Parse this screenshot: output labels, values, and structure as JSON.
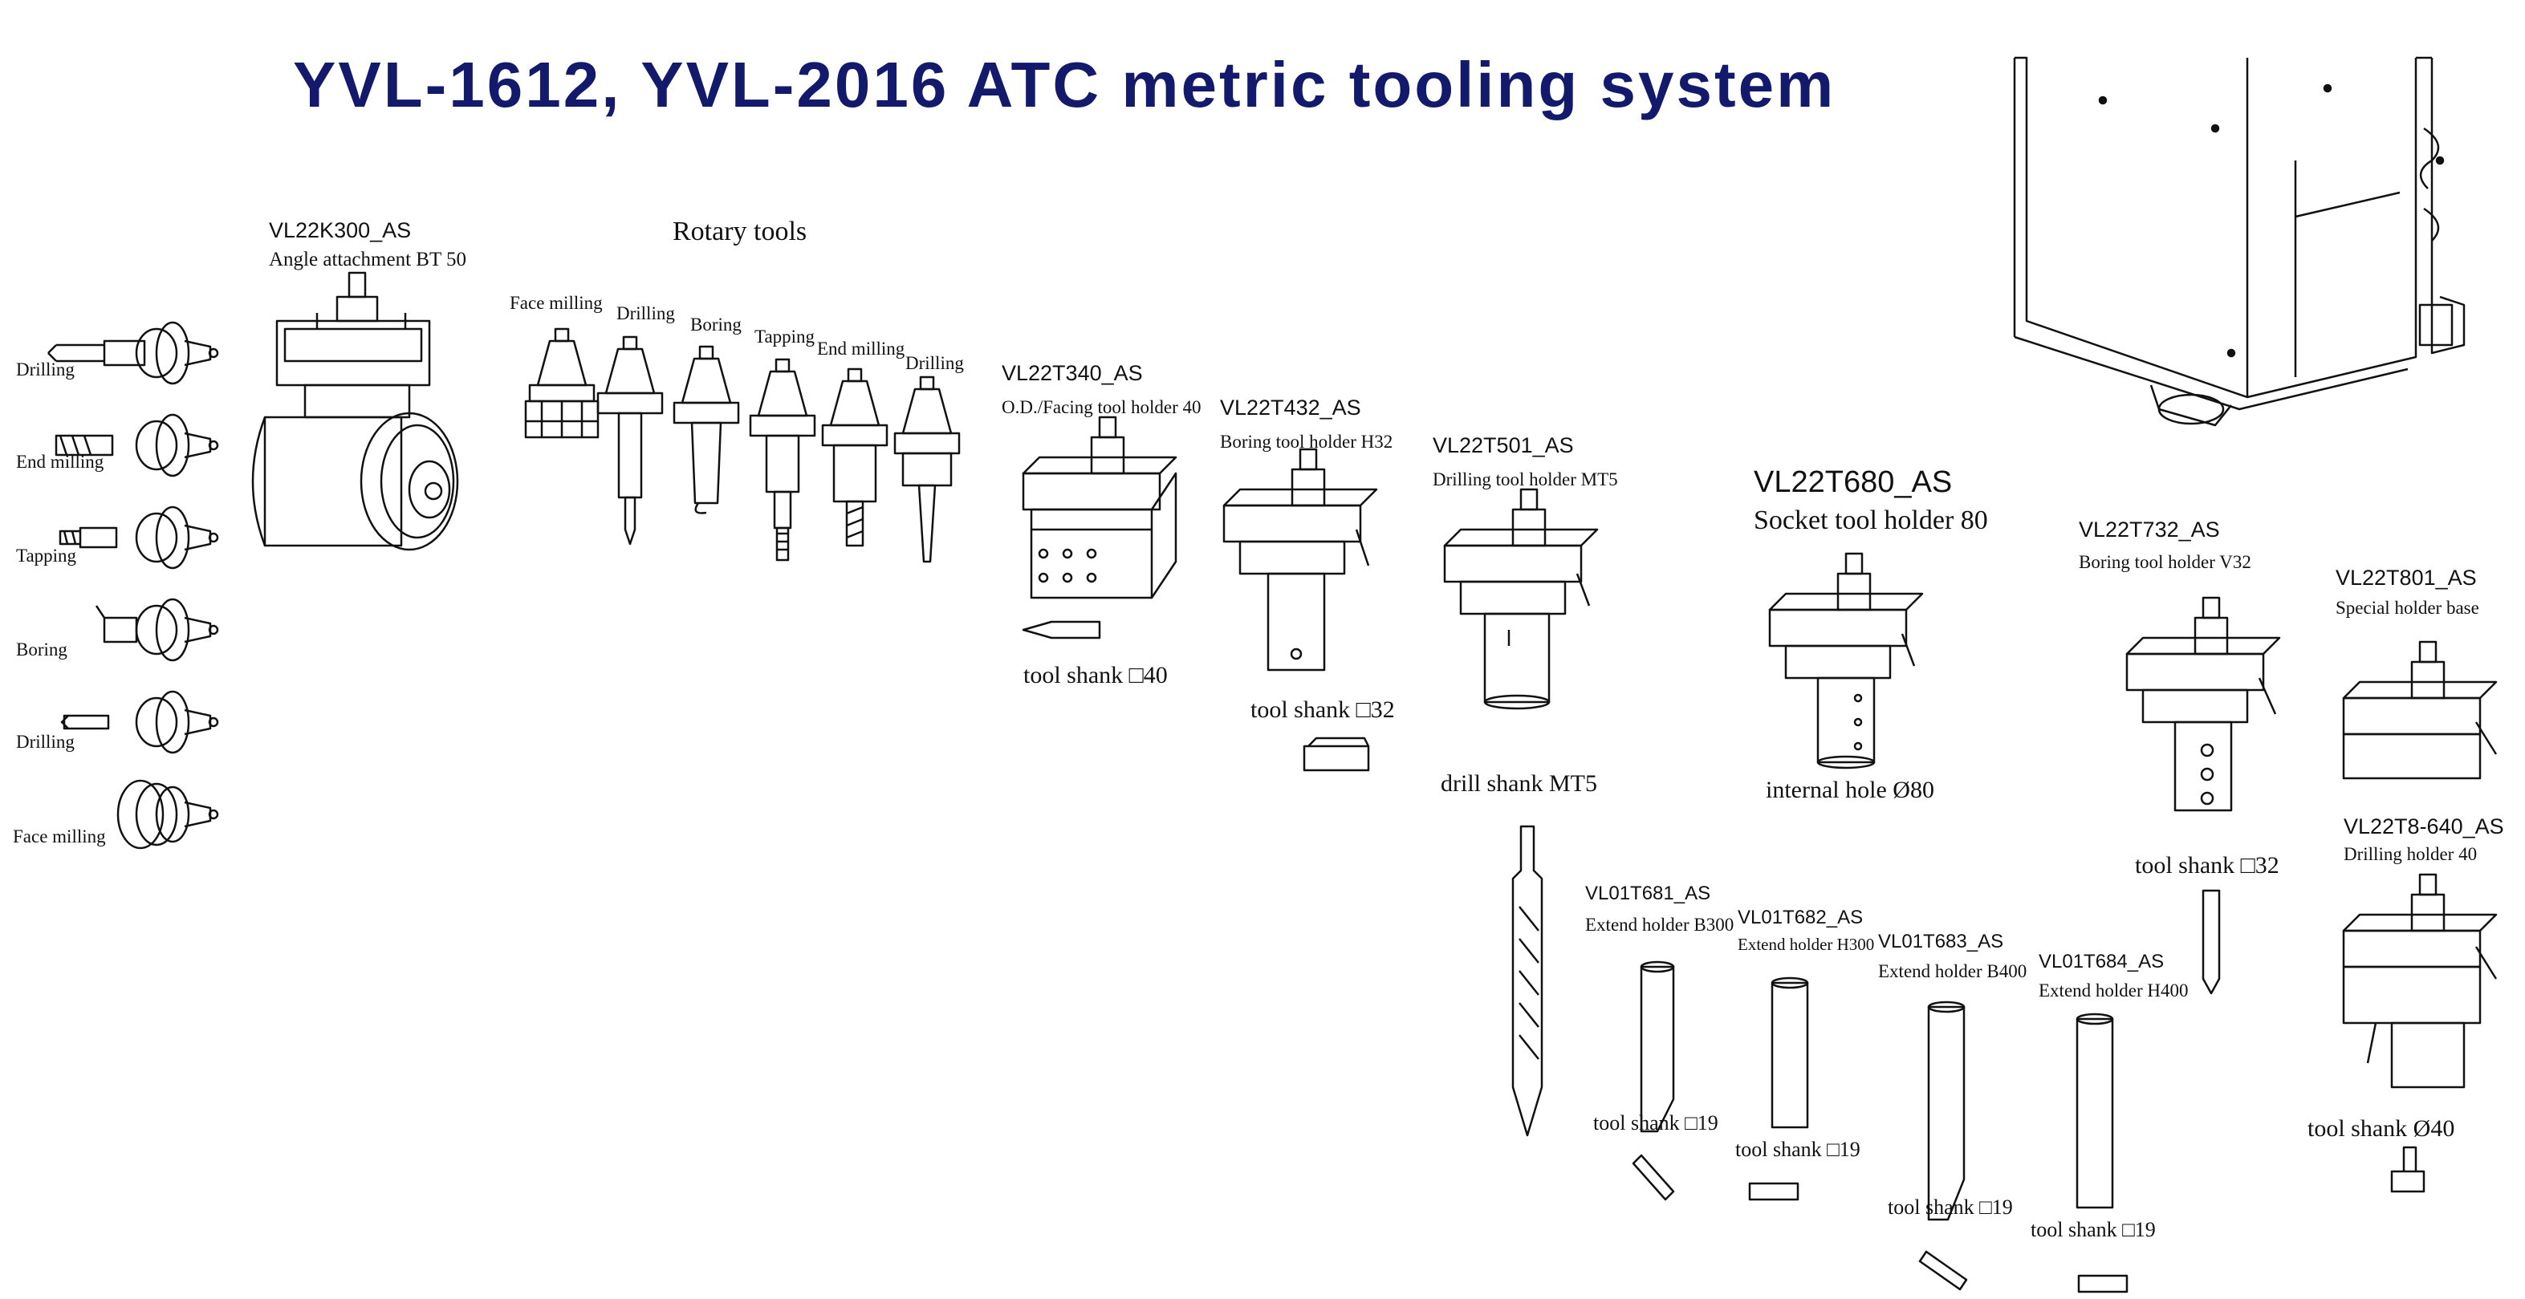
{
  "header": {
    "title": "YVL-1612, YVL-2016 ATC metric tooling system"
  },
  "colors": {
    "title": "#131a6b",
    "line": "#111111"
  },
  "left_tools": [
    "Drilling",
    "End milling",
    "Tapping",
    "Boring",
    "Drilling",
    "Face milling"
  ],
  "angle_attachment": {
    "code": "VL22K300_AS",
    "desc": "Angle attachment BT 50"
  },
  "rotary": {
    "heading": "Rotary tools",
    "labels": [
      "Face milling",
      "Drilling",
      "Boring",
      "Tapping",
      "End milling",
      "Drilling"
    ]
  },
  "holders": {
    "t340": {
      "code": "VL22T340_AS",
      "desc": "O.D./Facing tool holder 40",
      "shank": "tool shank □40"
    },
    "t432": {
      "code": "VL22T432_AS",
      "desc": "Boring tool holder H32",
      "shank": "tool shank □32"
    },
    "t501": {
      "code": "VL22T501_AS",
      "desc": "Drilling tool holder MT5",
      "shank": "drill shank MT5"
    },
    "t680": {
      "code": "VL22T680_AS",
      "desc": "Socket tool holder 80",
      "shank": "internal hole Ø80"
    },
    "t732": {
      "code": "VL22T732_AS",
      "desc": "Boring tool holder V32",
      "shank": "tool shank □32"
    },
    "t801": {
      "code": "VL22T801_AS",
      "desc": "Special holder base"
    },
    "t8640": {
      "code": "VL22T8-640_AS",
      "desc": "Drilling holder 40",
      "shank": "tool shank Ø40"
    }
  },
  "extends": {
    "e681": {
      "code": "VL01T681_AS",
      "desc": "Extend holder B300",
      "shank": "tool shank □19"
    },
    "e682": {
      "code": "VL01T682_AS",
      "desc": "Extend holder H300",
      "shank": "tool shank □19"
    },
    "e683": {
      "code": "VL01T683_AS",
      "desc": "Extend holder B400",
      "shank": "tool shank □19"
    },
    "e684": {
      "code": "VL01T684_AS",
      "desc": "Extend holder H400",
      "shank": "tool shank □19"
    }
  }
}
